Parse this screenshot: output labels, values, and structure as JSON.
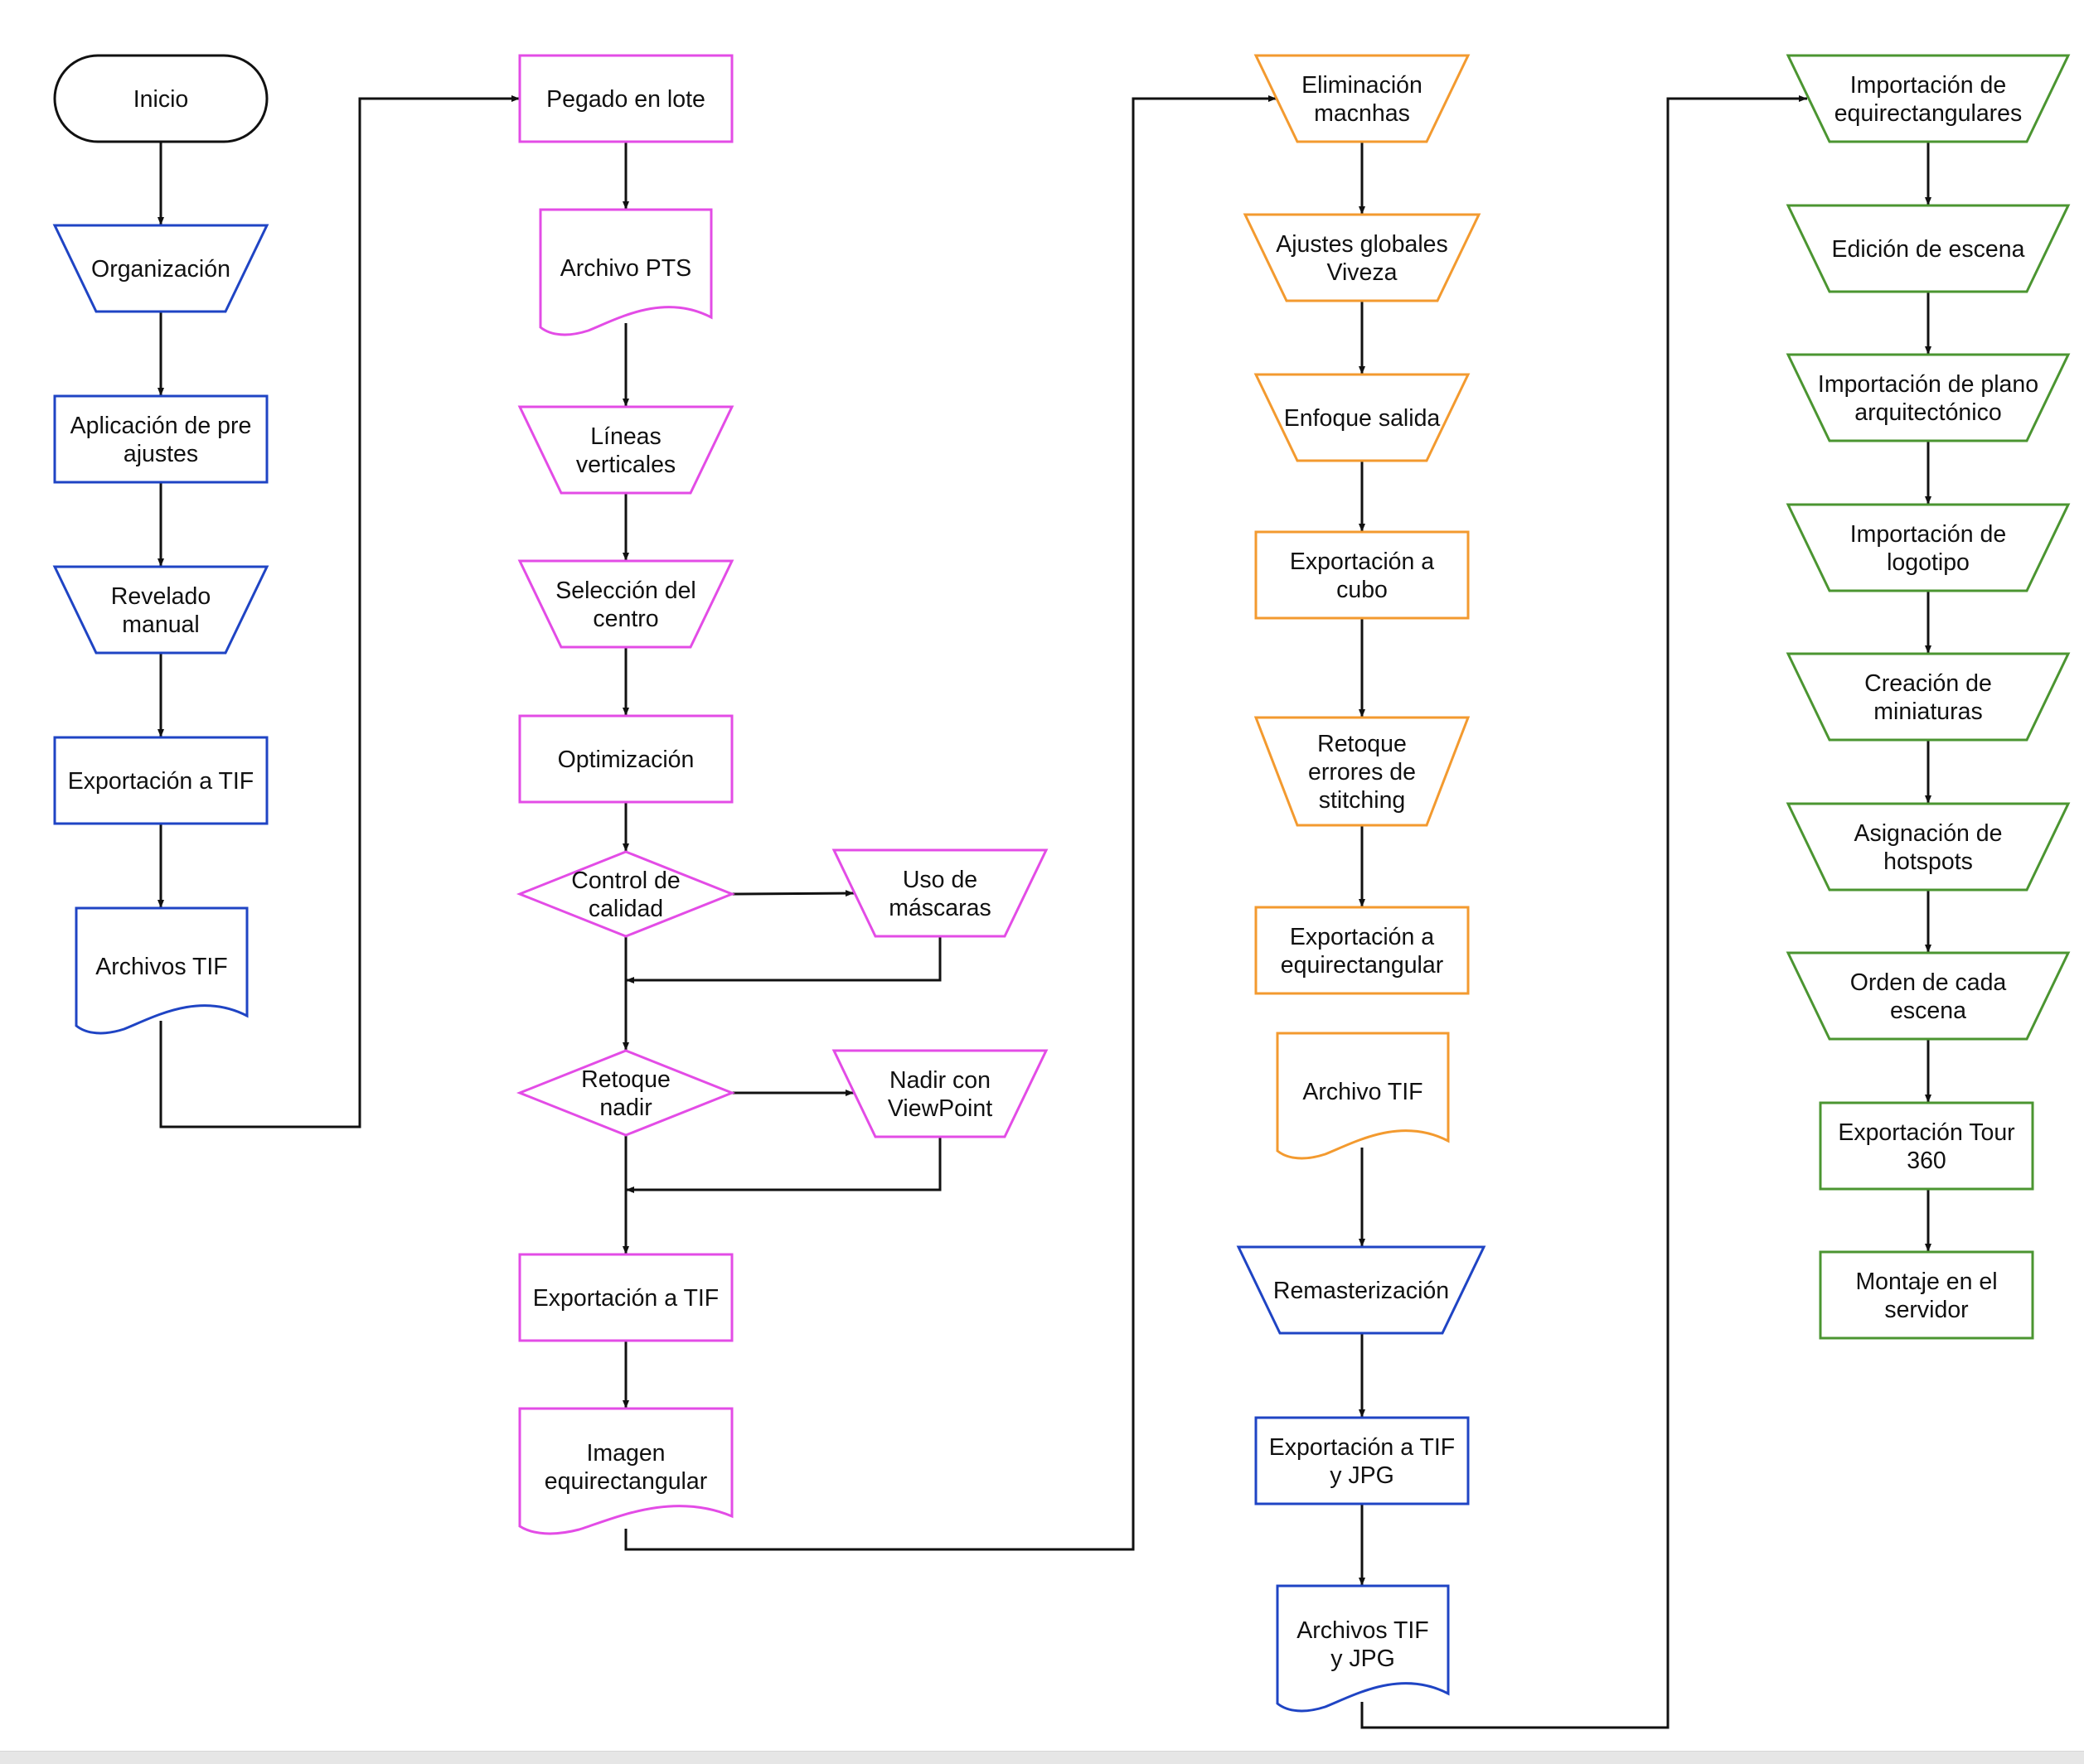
{
  "colors": {
    "black": "#111111",
    "blue": "#1f44c4",
    "magenta": "#e34ce6",
    "orange": "#f39a2f",
    "green": "#4b9531",
    "background": "#ffffff"
  },
  "col1": {
    "inicio": [
      "Inicio"
    ],
    "organizacion": [
      "Organización"
    ],
    "preajustes": [
      "Aplicación de pre",
      "ajustes"
    ],
    "revelado": [
      "Revelado",
      "manual"
    ],
    "exp_tif": [
      "Exportación a TIF"
    ],
    "archivos_tif": [
      "Archivos TIF"
    ]
  },
  "col2": {
    "pegado": [
      "Pegado en lote"
    ],
    "pts": [
      "Archivo PTS"
    ],
    "lineas": [
      "Líneas",
      "verticales"
    ],
    "seleccion": [
      "Selección del",
      "centro"
    ],
    "optimizacion": [
      "Optimización"
    ],
    "control": [
      "Control de",
      "calidad"
    ],
    "mascaras": [
      "Uso de",
      "máscaras"
    ],
    "nadir": [
      "Retoque",
      "nadir"
    ],
    "viewpoint": [
      "Nadir con",
      "ViewPoint"
    ],
    "exp_tif": [
      "Exportación a TIF"
    ],
    "imagen": [
      "Imagen",
      "equirectangular"
    ]
  },
  "col3": {
    "manchas": [
      "Eliminación",
      "macnhas"
    ],
    "ajustes": [
      "Ajustes globales",
      "Viveza"
    ],
    "enfoque": [
      "Enfoque salida"
    ],
    "cubo": [
      "Exportación a",
      "cubo"
    ],
    "retoque": [
      "Retoque",
      "errores de",
      "stitching"
    ],
    "equirect": [
      "Exportación a",
      "equirectangular"
    ],
    "archivo_tif": [
      "Archivo TIF"
    ],
    "remaster": [
      "Remasterización"
    ],
    "exp_tif_jpg": [
      "Exportación a TIF",
      "y JPG"
    ],
    "archivos_tif_jpg": [
      "Archivos TIF",
      "y JPG"
    ]
  },
  "col4": {
    "importacion": [
      "Importación de",
      "equirectangulares"
    ],
    "edicion": [
      "Edición de escena"
    ],
    "plano": [
      "Importación de plano",
      "arquitectónico"
    ],
    "logotipo": [
      "Importación de",
      "logotipo"
    ],
    "miniaturas": [
      "Creación de",
      "miniaturas"
    ],
    "hotspots": [
      "Asignación de",
      "hotspots"
    ],
    "orden": [
      "Orden de cada",
      "escena"
    ],
    "tour": [
      "Exportación Tour",
      "360"
    ],
    "montaje": [
      "Montaje en el",
      "servidor"
    ]
  }
}
